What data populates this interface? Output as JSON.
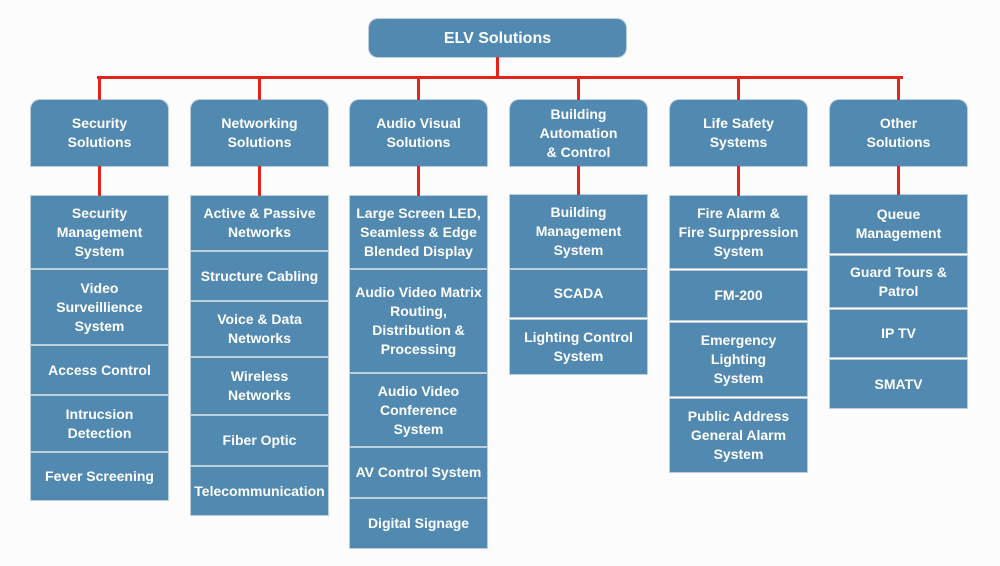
{
  "diagram": {
    "root": "ELV Solutions",
    "colors": {
      "box": "#5189b0",
      "text": "#ffffff",
      "connector": "#e5231d",
      "background": "#fcfcfc"
    },
    "categories": [
      {
        "label": "Security\nSolutions",
        "items": [
          "Security\nManagement\nSystem",
          "Video\nSurveillience\nSystem",
          "Access Control",
          "Intrucsion\nDetection",
          "Fever Screening"
        ]
      },
      {
        "label": "Networking\nSolutions",
        "items": [
          "Active & Passive\nNetworks",
          "Structure Cabling",
          "Voice & Data\nNetworks",
          "Wireless\nNetworks",
          "Fiber Optic",
          "Telecommunication"
        ]
      },
      {
        "label": "Audio Visual\nSolutions",
        "items": [
          "Large Screen LED,\nSeamless & Edge\nBlended Display",
          "Audio Video Matrix\nRouting,\nDistribution &\nProcessing",
          "Audio Video\nConference\nSystem",
          "AV Control System",
          "Digital Signage"
        ]
      },
      {
        "label": "Building\nAutomation\n& Control",
        "items": [
          "Building\nManagement\nSystem",
          "SCADA",
          "Lighting Control\nSystem"
        ]
      },
      {
        "label": "Life Safety\nSystems",
        "items": [
          "Fire Alarm &\nFire Surppression\nSystem",
          "FM-200",
          "Emergency\nLighting\nSystem",
          "Public Address\nGeneral Alarm\nSystem"
        ]
      },
      {
        "label": "Other\nSolutions",
        "items": [
          "Queue\nManagement",
          "Guard Tours &\nPatrol",
          "IP TV",
          "SMATV"
        ]
      }
    ]
  }
}
